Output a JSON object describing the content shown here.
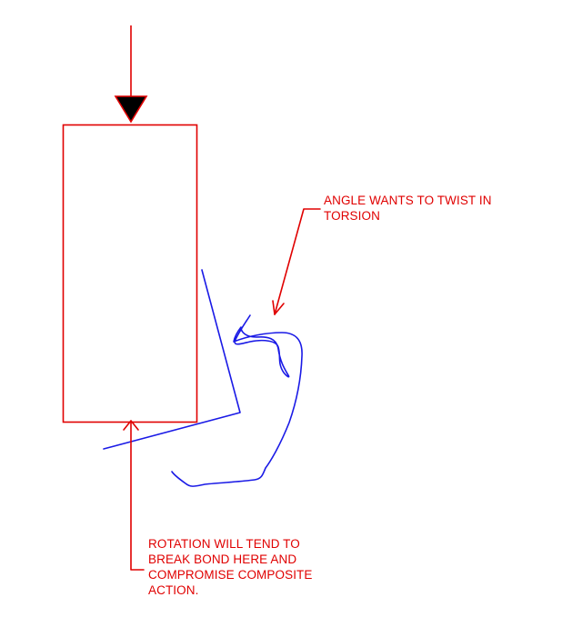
{
  "annotations": {
    "torsion": [
      "ANGLE WANTS TO TWIST IN",
      "TORSION"
    ],
    "rotation": [
      "ROTATION WILL TEND TO",
      "BREAK BOND HERE AND",
      "COMPROMISE COMPOSITE",
      "ACTION."
    ]
  },
  "colors": {
    "annotation": "#e00000",
    "sketch": "#1a1ae6",
    "arrowhead_fill": "#000000"
  }
}
